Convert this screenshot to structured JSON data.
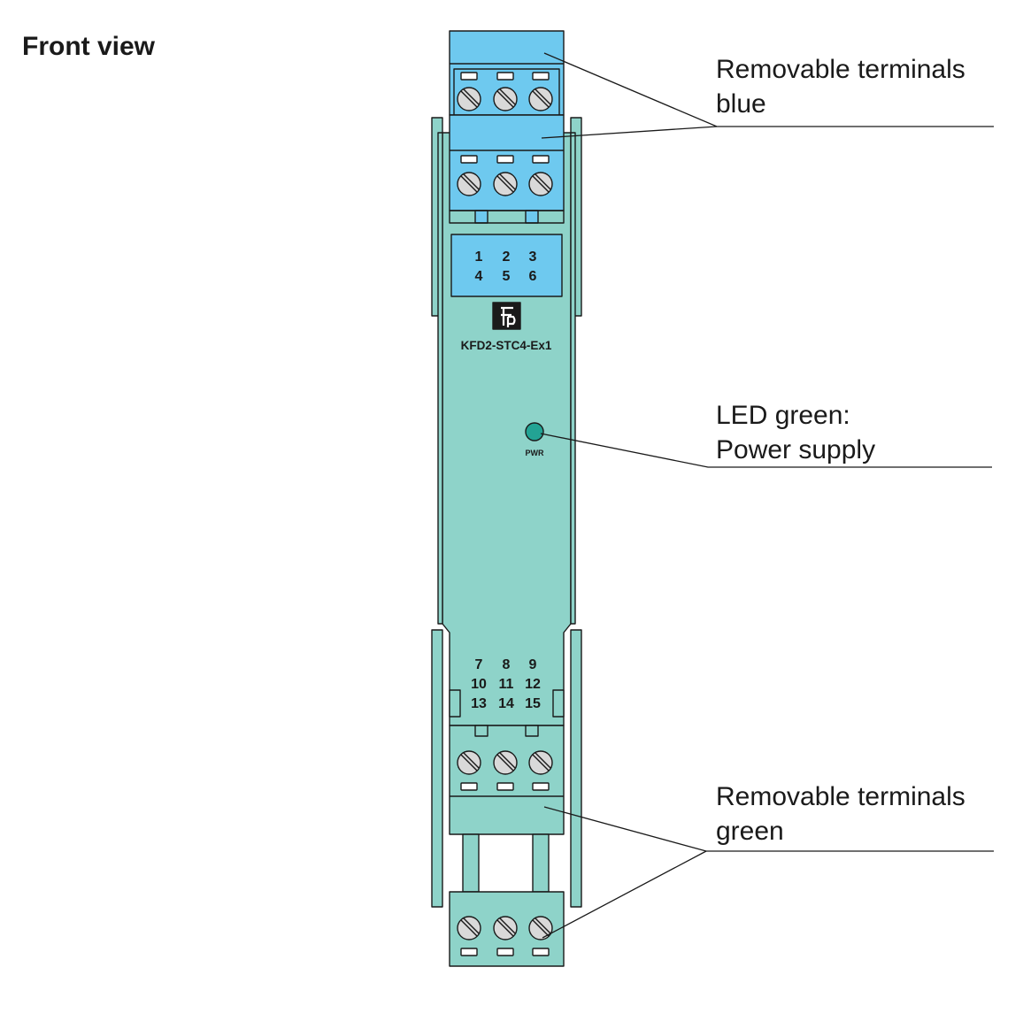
{
  "heading": "Front view",
  "callouts": {
    "blue_line1": "Removable terminals",
    "blue_line2": "blue",
    "led_line1": "LED green:",
    "led_line2": "Power supply",
    "green_line1": "Removable terminals",
    "green_line2": "green"
  },
  "device": {
    "model": "KFD2-STC4-Ex1",
    "led_label": "PWR",
    "logo": "pepperl-fuchs-logo",
    "top_terminals": [
      [
        "1",
        "2",
        "3"
      ],
      [
        "4",
        "5",
        "6"
      ]
    ],
    "bottom_terminals": [
      [
        "7",
        "8",
        "9"
      ],
      [
        "10",
        "11",
        "12"
      ],
      [
        "13",
        "14",
        "15"
      ]
    ]
  },
  "colors": {
    "housing": "#8ed3c9",
    "blue_terminal": "#6ec9ef",
    "led": "#23a394",
    "outline": "#1a1a1a"
  }
}
